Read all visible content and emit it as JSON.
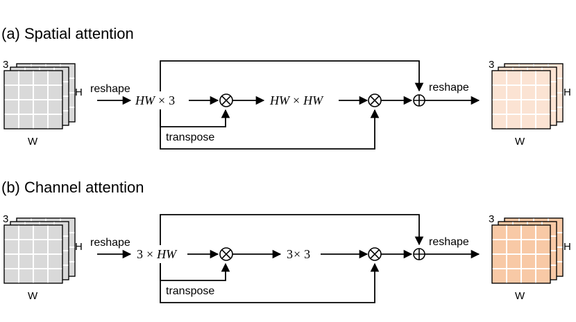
{
  "spatial": {
    "title": "(a) Spatial attention",
    "in_depth": "3",
    "in_height": "H",
    "in_width": "W",
    "reshape_in": "reshape",
    "mat1_a": "HW",
    "mat1_op": "×",
    "mat1_b": "3",
    "transpose": "transpose",
    "mat2_a": "HW",
    "mat2_op": "×",
    "mat2_b": "HW",
    "reshape_out": "reshape",
    "out_depth": "3",
    "out_height": "H",
    "out_width": "W",
    "output_color": "#fbe3d3"
  },
  "channel": {
    "title": "(b) Channel attention",
    "in_depth": "3",
    "in_height": "H",
    "in_width": "W",
    "reshape_in": "reshape",
    "mat1_a": "3",
    "mat1_op": "×",
    "mat1_b": "HW",
    "transpose": "transpose",
    "mat2_a": "3",
    "mat2_op": "×",
    "mat2_b": "3",
    "reshape_out": "reshape",
    "out_depth": "3",
    "out_height": "H",
    "out_width": "W",
    "output_color": "#f8c9a6"
  },
  "colors": {
    "input_fill": "#d9d9d9",
    "stroke": "#000000"
  }
}
